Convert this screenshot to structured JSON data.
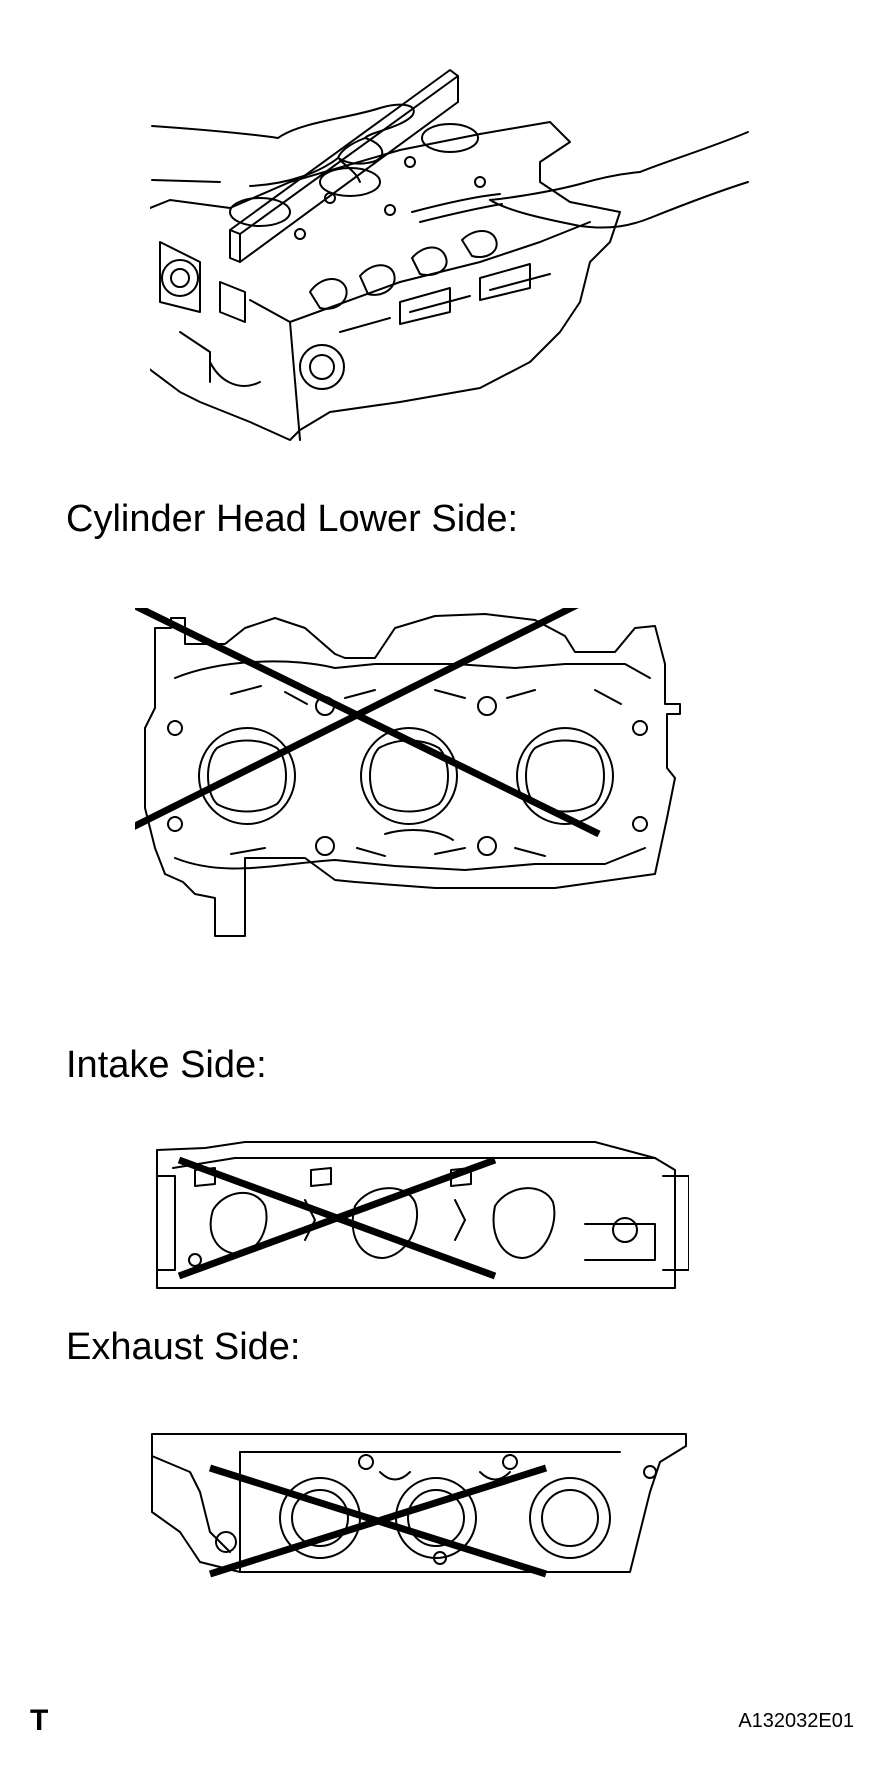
{
  "labels": {
    "lower_side": "Cylinder Head Lower Side:",
    "intake_side": "Intake Side:",
    "exhaust_side": "Exhaust Side:"
  },
  "footer": {
    "corner_mark": "T",
    "figure_code": "A132032E01"
  },
  "icons": {
    "crossed_view": "x-mark-icon"
  }
}
